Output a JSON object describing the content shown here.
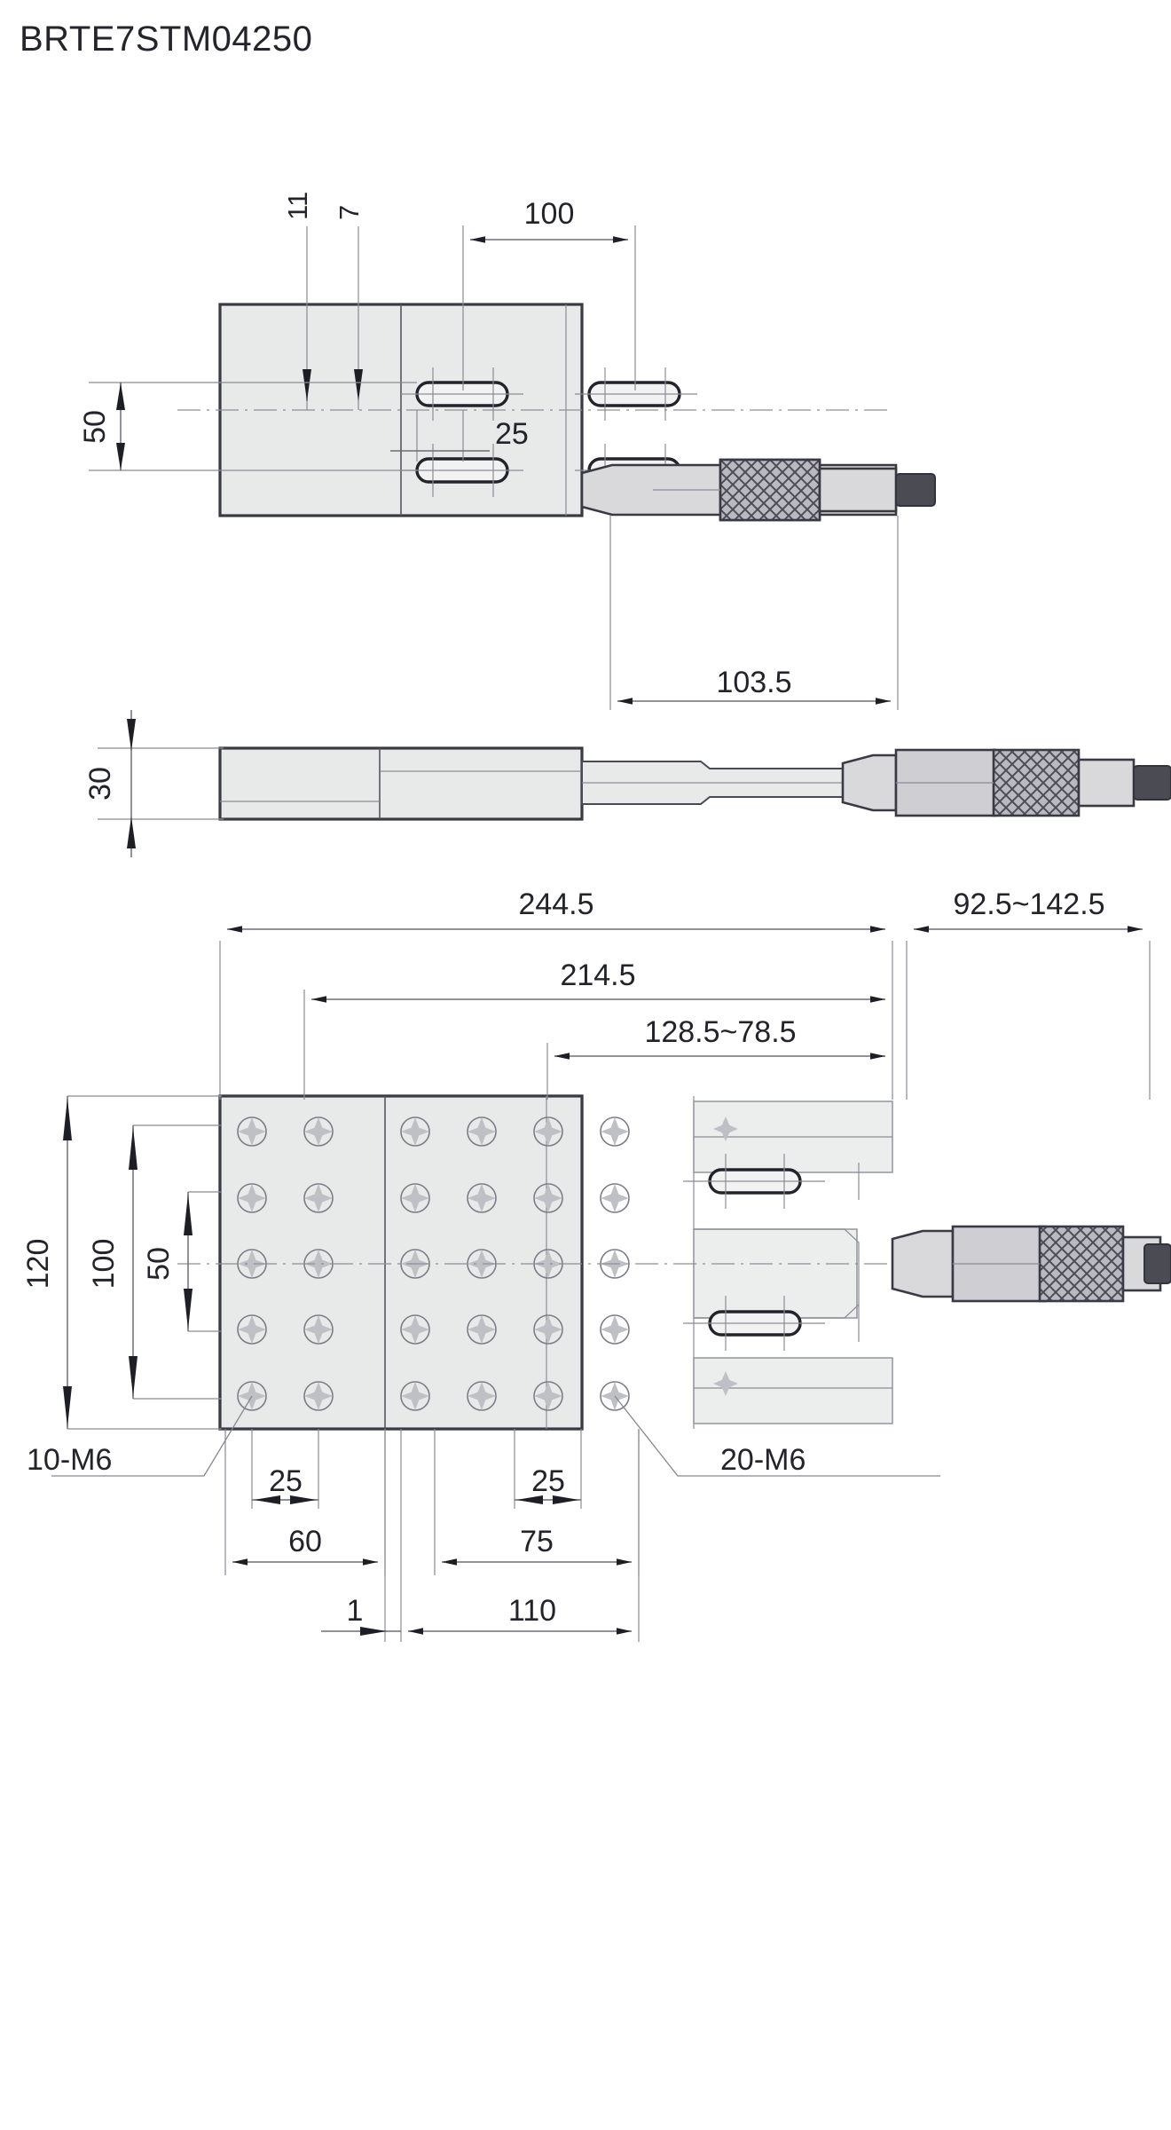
{
  "title": "BRTE7STM04250",
  "drawing": {
    "type": "mechanical-dimension-drawing",
    "views": [
      {
        "name": "top-view",
        "label": ""
      },
      {
        "name": "front-side-view",
        "label": ""
      },
      {
        "name": "bottom-plan-view",
        "label": ""
      }
    ],
    "units": "mm"
  },
  "dimensions": {
    "top_view": {
      "slot_edge_11": "11",
      "slot_edge_7": "7",
      "slot_pitch_100": "100",
      "slot_offset_25": "25",
      "plate_width_50": "50",
      "stage_travel_ref_103_5": "103.5"
    },
    "side_view": {
      "height_30": "30"
    },
    "bottom_view": {
      "overall_length_244_5": "244.5",
      "micrometer_range_92_5_142_5": "92.5~142.5",
      "base_length_214_5": "214.5",
      "travel_128_5_78_5": "128.5~78.5",
      "overall_width_120": "120",
      "hole_span_100": "100",
      "hole_span_50": "50",
      "tap_left_10_M6": "10-M6",
      "tap_right_20_M6": "20-M6",
      "pitch_25_left": "25",
      "pitch_25_right": "25",
      "offset_60": "60",
      "offset_75": "75",
      "offset_1": "1",
      "offset_110": "110"
    }
  },
  "colors": {
    "body_fill": "#e8e9e9",
    "outline": "#3a3a44",
    "dimension_line": "#6d6d78",
    "text": "#23232b",
    "knurl": "#6e6e76",
    "background": "#ffffff"
  }
}
